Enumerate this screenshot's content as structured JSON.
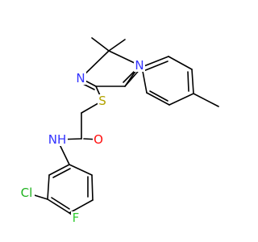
{
  "colors": {
    "bond": "#000000",
    "carbon": "#000000",
    "N": "#3333ff",
    "O": "#ff0d0d",
    "S": "#b2a200",
    "F": "#33cc33",
    "Cl": "#1fb21f"
  },
  "atom_labels": {
    "n_ring_top": "N",
    "n_ring_left": "N",
    "sulfur": "S",
    "oxygen": "O",
    "amide_nh": "NH",
    "chlorine": "Cl",
    "fluorine": "F"
  }
}
